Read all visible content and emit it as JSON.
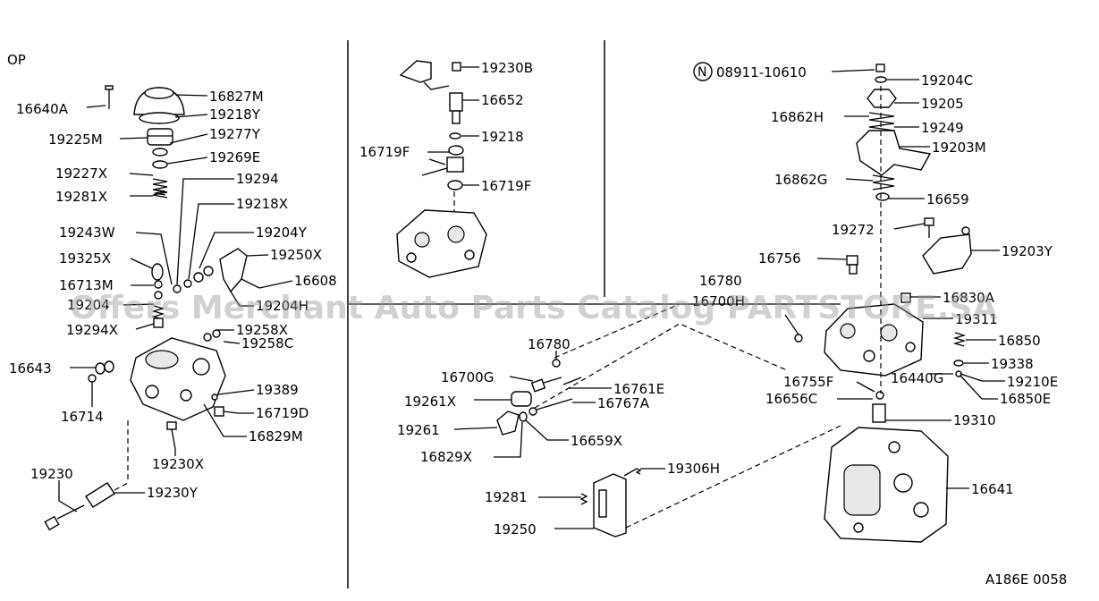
{
  "header": {
    "corner_label": "OP",
    "note_symbol": "N"
  },
  "footer": {
    "code": "A186E 0058"
  },
  "watermark": "Offers Merchant Auto Parts Catalog PARTSTORE.SA",
  "parts": {
    "p16640A": "16640A",
    "p16827M": "16827M",
    "p19218Y": "19218Y",
    "p19225M": "19225M",
    "p19277Y": "19277Y",
    "p19269E": "19269E",
    "p19227X": "19227X",
    "p19294": "19294",
    "p19281X": "19281X",
    "p19218X": "19218X",
    "p19243W": "19243W",
    "p19204Y": "19204Y",
    "p19325X": "19325X",
    "p19250X": "19250X",
    "p16713M": "16713M",
    "p16608": "16608",
    "p19204": "19204",
    "p19204H": "19204H",
    "p19294X": "19294X",
    "p19258X": "19258X",
    "p19258C": "19258C",
    "p16643": "16643",
    "p16714": "16714",
    "p19389": "19389",
    "p16719D": "16719D",
    "p16829M": "16829M",
    "p19230X": "19230X",
    "p19230": "19230",
    "p19230Y": "19230Y",
    "p19230B": "19230B",
    "p16652": "16652",
    "p19218": "19218",
    "p16719F_a": "16719F",
    "p16719F_b": "16719F",
    "p16780_a": "16780",
    "p16700G": "16700G",
    "p16761E": "16761E",
    "p19261X": "19261X",
    "p16767A": "16767A",
    "p19261": "19261",
    "p16659X": "16659X",
    "p16829X": "16829X",
    "p19306H": "19306H",
    "p19281": "19281",
    "p19250": "19250",
    "p08911": "08911-10610",
    "p19204C": "19204C",
    "p19205": "19205",
    "p16862H": "16862H",
    "p19249": "19249",
    "p19203M": "19203M",
    "p16862G": "16862G",
    "p16659": "16659",
    "p19272": "19272",
    "p19203Y": "19203Y",
    "p16756": "16756",
    "p16780_b": "16780",
    "p16700H": "16700H",
    "p16830A": "16830A",
    "p19311": "19311",
    "p16850": "16850",
    "p19338": "19338",
    "p16755F": "16755F",
    "p16440G": "16440G",
    "p19210E": "19210E",
    "p16656C": "16656C",
    "p16850E": "16850E",
    "p19310": "19310",
    "p16641": "16641"
  }
}
